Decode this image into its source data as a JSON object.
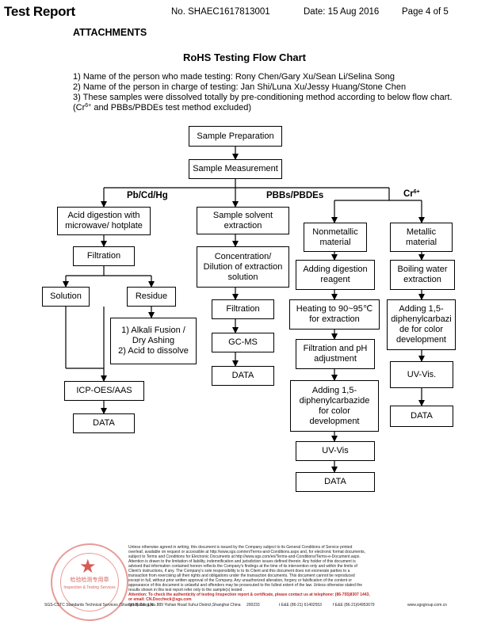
{
  "header": {
    "title": "Test Report",
    "report_no": "No. SHAEC1617813001",
    "date": "Date: 15 Aug 2016",
    "page": "Page 4 of 5"
  },
  "attachments_label": "ATTACHMENTS",
  "flow_title": "RoHS Testing Flow Chart",
  "notes": {
    "line1": "1) Name of the person who made testing: Rony Chen/Gary Xu/Sean Li/Selina Song",
    "line2": "2) Name of the person in charge of testing: Jan Shi/Luna Xu/Jessy Huang/Stone Chen",
    "line3": "3) These samples were dissolved totally by pre-conditioning method according to below flow chart.",
    "line4_pre": "(Cr",
    "line4_sup": "6+",
    "line4_post": " and PBBs/PBDEs test method excluded)"
  },
  "flow": {
    "sample_preparation": "Sample Preparation",
    "sample_measurement": "Sample Measurement",
    "branch_1": "Pb/Cd/Hg",
    "branch_2": "PBBs/PBDEs",
    "branch_3_main": "Cr",
    "branch_3_sup": "6+",
    "pb": {
      "acid_digestion": "Acid digestion with microwave/ hotplate",
      "filtration": "Filtration",
      "solution": "Solution",
      "residue": "Residue",
      "alkali_1": "1) Alkali Fusion /",
      "alkali_2": "Dry Ashing",
      "alkali_3": "2) Acid to dissolve",
      "icp": "ICP-OES/AAS",
      "data": "DATA"
    },
    "pbb": {
      "solvent_extraction": "Sample solvent extraction",
      "concentration": "Concentration/ Dilution of extraction solution",
      "filtration": "Filtration",
      "gcms": "GC-MS",
      "data": "DATA"
    },
    "cr_nonmetallic": {
      "material": "Nonmetallic material",
      "digestion": "Adding digestion reagent",
      "heating": "Heating to 90~95℃ for extraction",
      "filtration_ph": "Filtration and pH adjustment",
      "diphenyl": "Adding 1,5-diphenylcarbazide for color development",
      "uvvis": "UV-Vis",
      "data": "DATA"
    },
    "cr_metallic": {
      "material": "Metallic material",
      "boiling": "Boiling water extraction",
      "diphenyl": "Adding 1,5-diphenylcarbazi de for color development",
      "uvvis": "UV-Vis.",
      "data": "DATA"
    }
  },
  "footer": {
    "l1": "Unless otherwise agreed in writing, this document is issued by the Company subject to its General Conditions of Service printed",
    "l2": "overleaf, available on request or accessible at http://www.sgs.com/en/Terms-and-Conditions.aspx and, for electronic format documents,",
    "l3": "subject to Terms and Conditions for Electronic Documents at http://www.sgs.com/en/Terms-and-Conditions/Terms-e-Document.aspx.",
    "l4": "Attention is drawn to the limitation of liability, indemnification and jurisdiction issues defined therein. Any holder of this document is",
    "l5": "advised that information contained hereon reflects the Company's findings at the time of its intervention only and within the limits of",
    "l6": "Client's instructions, if any. The Company's sole responsibility is to its Client and this document does not exonerate parties to a",
    "l7": "transaction from exercising all their rights and obligations under the transaction documents. This document cannot be reproduced",
    "l8": "except in full, without prior written approval of the Company. Any unauthorized alteration, forgery or falsification of the content or",
    "l9": "appearance of this document is unlawful and offenders may be prosecuted to the fullest extent of the law. Unless otherwise stated the",
    "l10": "results shown in this test report refer only to the sample(s) tested .",
    "attention": "Attention: To check the authenticity of testing /inspection report & certificate, please contact us at telephone: (86-755)8307 1443,",
    "email": "or email: CN.Doccheck@sgs.com",
    "address": "3rd Building,No.889 Yishan Road Xuhui District,Shanghai China",
    "postcode": "200233",
    "tel": "t E&E (86-21) 61402553",
    "fax": "f E&E (86-21)64953679",
    "web": "www.sgsgroup.com.cn",
    "company_small": "SGS-CSTC Standards Technical Services (Shanghai) Co., Ltd.",
    "stamp_line1": "检验检测专用章",
    "stamp_line2": "Inspection & Testing Services"
  }
}
